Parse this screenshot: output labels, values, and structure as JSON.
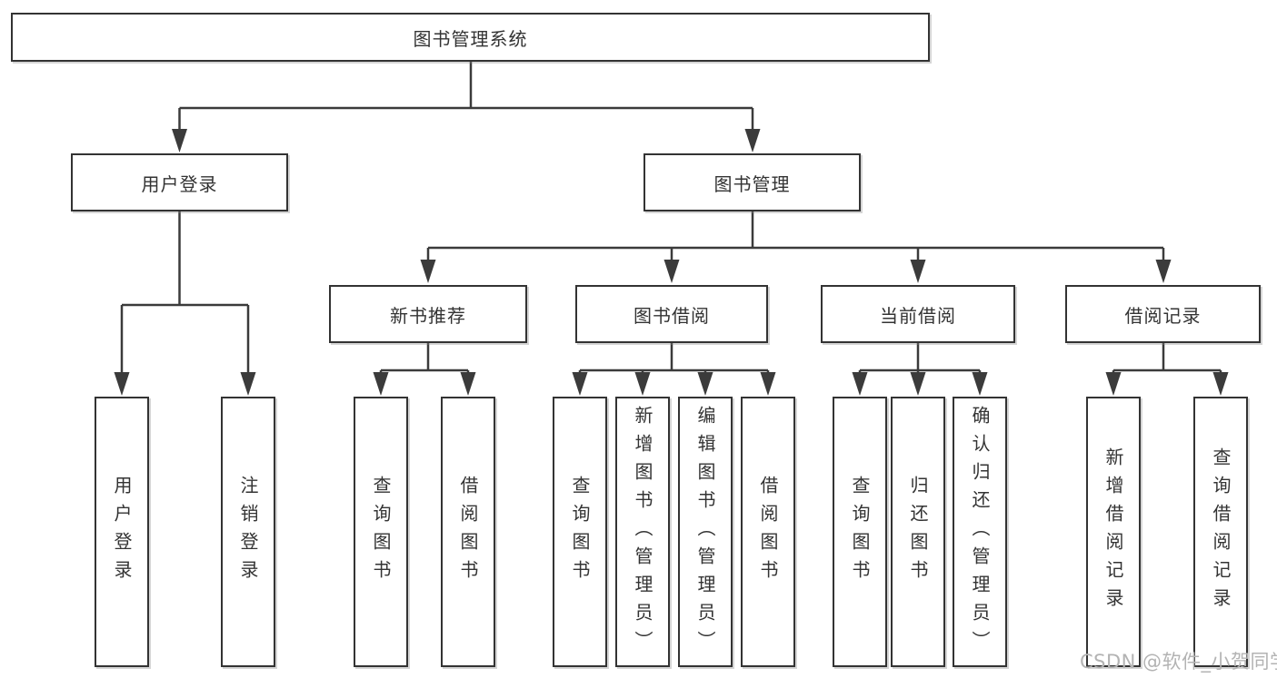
{
  "diagram": {
    "tree": {
      "label": "图书管理系统",
      "children": [
        {
          "label": "用户登录",
          "children": [
            {
              "label": "用户登录"
            },
            {
              "label": "注销登录"
            }
          ]
        },
        {
          "label": "图书管理",
          "children": [
            {
              "label": "新书推荐",
              "children": [
                {
                  "label": "查询图书"
                },
                {
                  "label": "借阅图书"
                }
              ]
            },
            {
              "label": "图书借阅",
              "children": [
                {
                  "label": "查询图书"
                },
                {
                  "label": "新增图书（管理员）"
                },
                {
                  "label": "编辑图书（管理员）"
                },
                {
                  "label": "借阅图书"
                }
              ]
            },
            {
              "label": "当前借阅",
              "children": [
                {
                  "label": "查询图书"
                },
                {
                  "label": "归还图书"
                },
                {
                  "label": "确认归还（管理员）"
                }
              ]
            },
            {
              "label": "借阅记录",
              "children": [
                {
                  "label": "新增借阅记录"
                },
                {
                  "label": "查询借阅记录"
                }
              ]
            }
          ]
        }
      ]
    },
    "watermark": "CSDN @软件_小贺同学",
    "colors": {
      "line": "#3b3b3b",
      "border": "#333333",
      "text": "#333333",
      "watermark": "#b3b3b3"
    }
  }
}
